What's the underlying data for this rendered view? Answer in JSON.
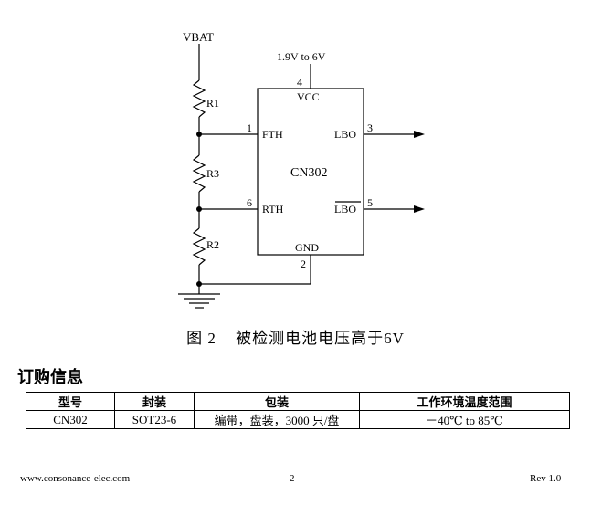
{
  "schematic": {
    "vbat_label": "VBAT",
    "supply_label": "1.9V to 6V",
    "chip_name": "CN302",
    "resistors": [
      "R1",
      "R3",
      "R2"
    ],
    "pins": {
      "vcc_num": "4",
      "vcc_name": "VCC",
      "fth_num": "1",
      "fth_name": "FTH",
      "rth_num": "6",
      "rth_name": "RTH",
      "gnd_num": "2",
      "gnd_name": "GND",
      "lbo_num": "3",
      "lbo_name": "LBO",
      "lbo_bar_num": "5",
      "lbo_bar_name": "LBO"
    }
  },
  "caption": {
    "figure": "图 2",
    "text": "被检测电池电压高于6V"
  },
  "section_title": "订购信息",
  "order_table": {
    "headers": [
      "型号",
      "封装",
      "包装",
      "工作环境温度范围"
    ],
    "rows": [
      [
        "CN302",
        "SOT23-6",
        "编带，盘装，3000 只/盘",
        "－40℃  to 85℃"
      ]
    ]
  },
  "footer": {
    "website": "www.consonance-elec.com",
    "page": "2",
    "revision": "Rev 1.0"
  }
}
